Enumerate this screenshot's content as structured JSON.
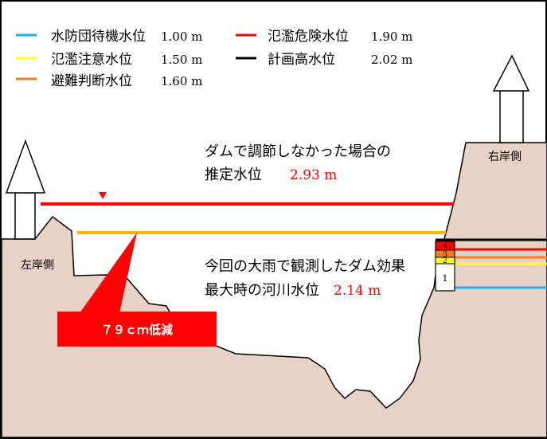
{
  "legend": {
    "items": [
      {
        "label": "水防団待機水位",
        "value": "1.00 m",
        "color": "#1ab5e6"
      },
      {
        "label": "氾濫注意水位",
        "value": "1.50 m",
        "color": "#ffff33"
      },
      {
        "label": "避難判断水位",
        "value": "1.60 m",
        "color": "#ff7a1a"
      },
      {
        "label": "氾濫危険水位",
        "value": "1.90 m",
        "color": "#ff0000"
      },
      {
        "label": "計画高水位",
        "value": "2.02 m",
        "color": "#000000"
      }
    ]
  },
  "banks": {
    "left": "左岸側",
    "right": "右岸側"
  },
  "annotations": {
    "without_dam_line1": "ダムで調節しなかった場合の",
    "without_dam_line2": "推定水位",
    "without_dam_value": "2.93 m",
    "with_dam_line1": "今回の大雨で観測したダム効果",
    "with_dam_line2": "最大時の河川水位",
    "with_dam_value": "2.14 m",
    "reduction": "７９ｃｍ低減"
  },
  "gauge": {
    "levels": [
      "1",
      "2",
      "3",
      "4"
    ]
  },
  "colors": {
    "ground": "#e8d1c6",
    "without_dam_line": "#ff0000",
    "with_dam_line": "#ffb400",
    "value_text": "#ff0000",
    "callout": "#ff0000"
  }
}
